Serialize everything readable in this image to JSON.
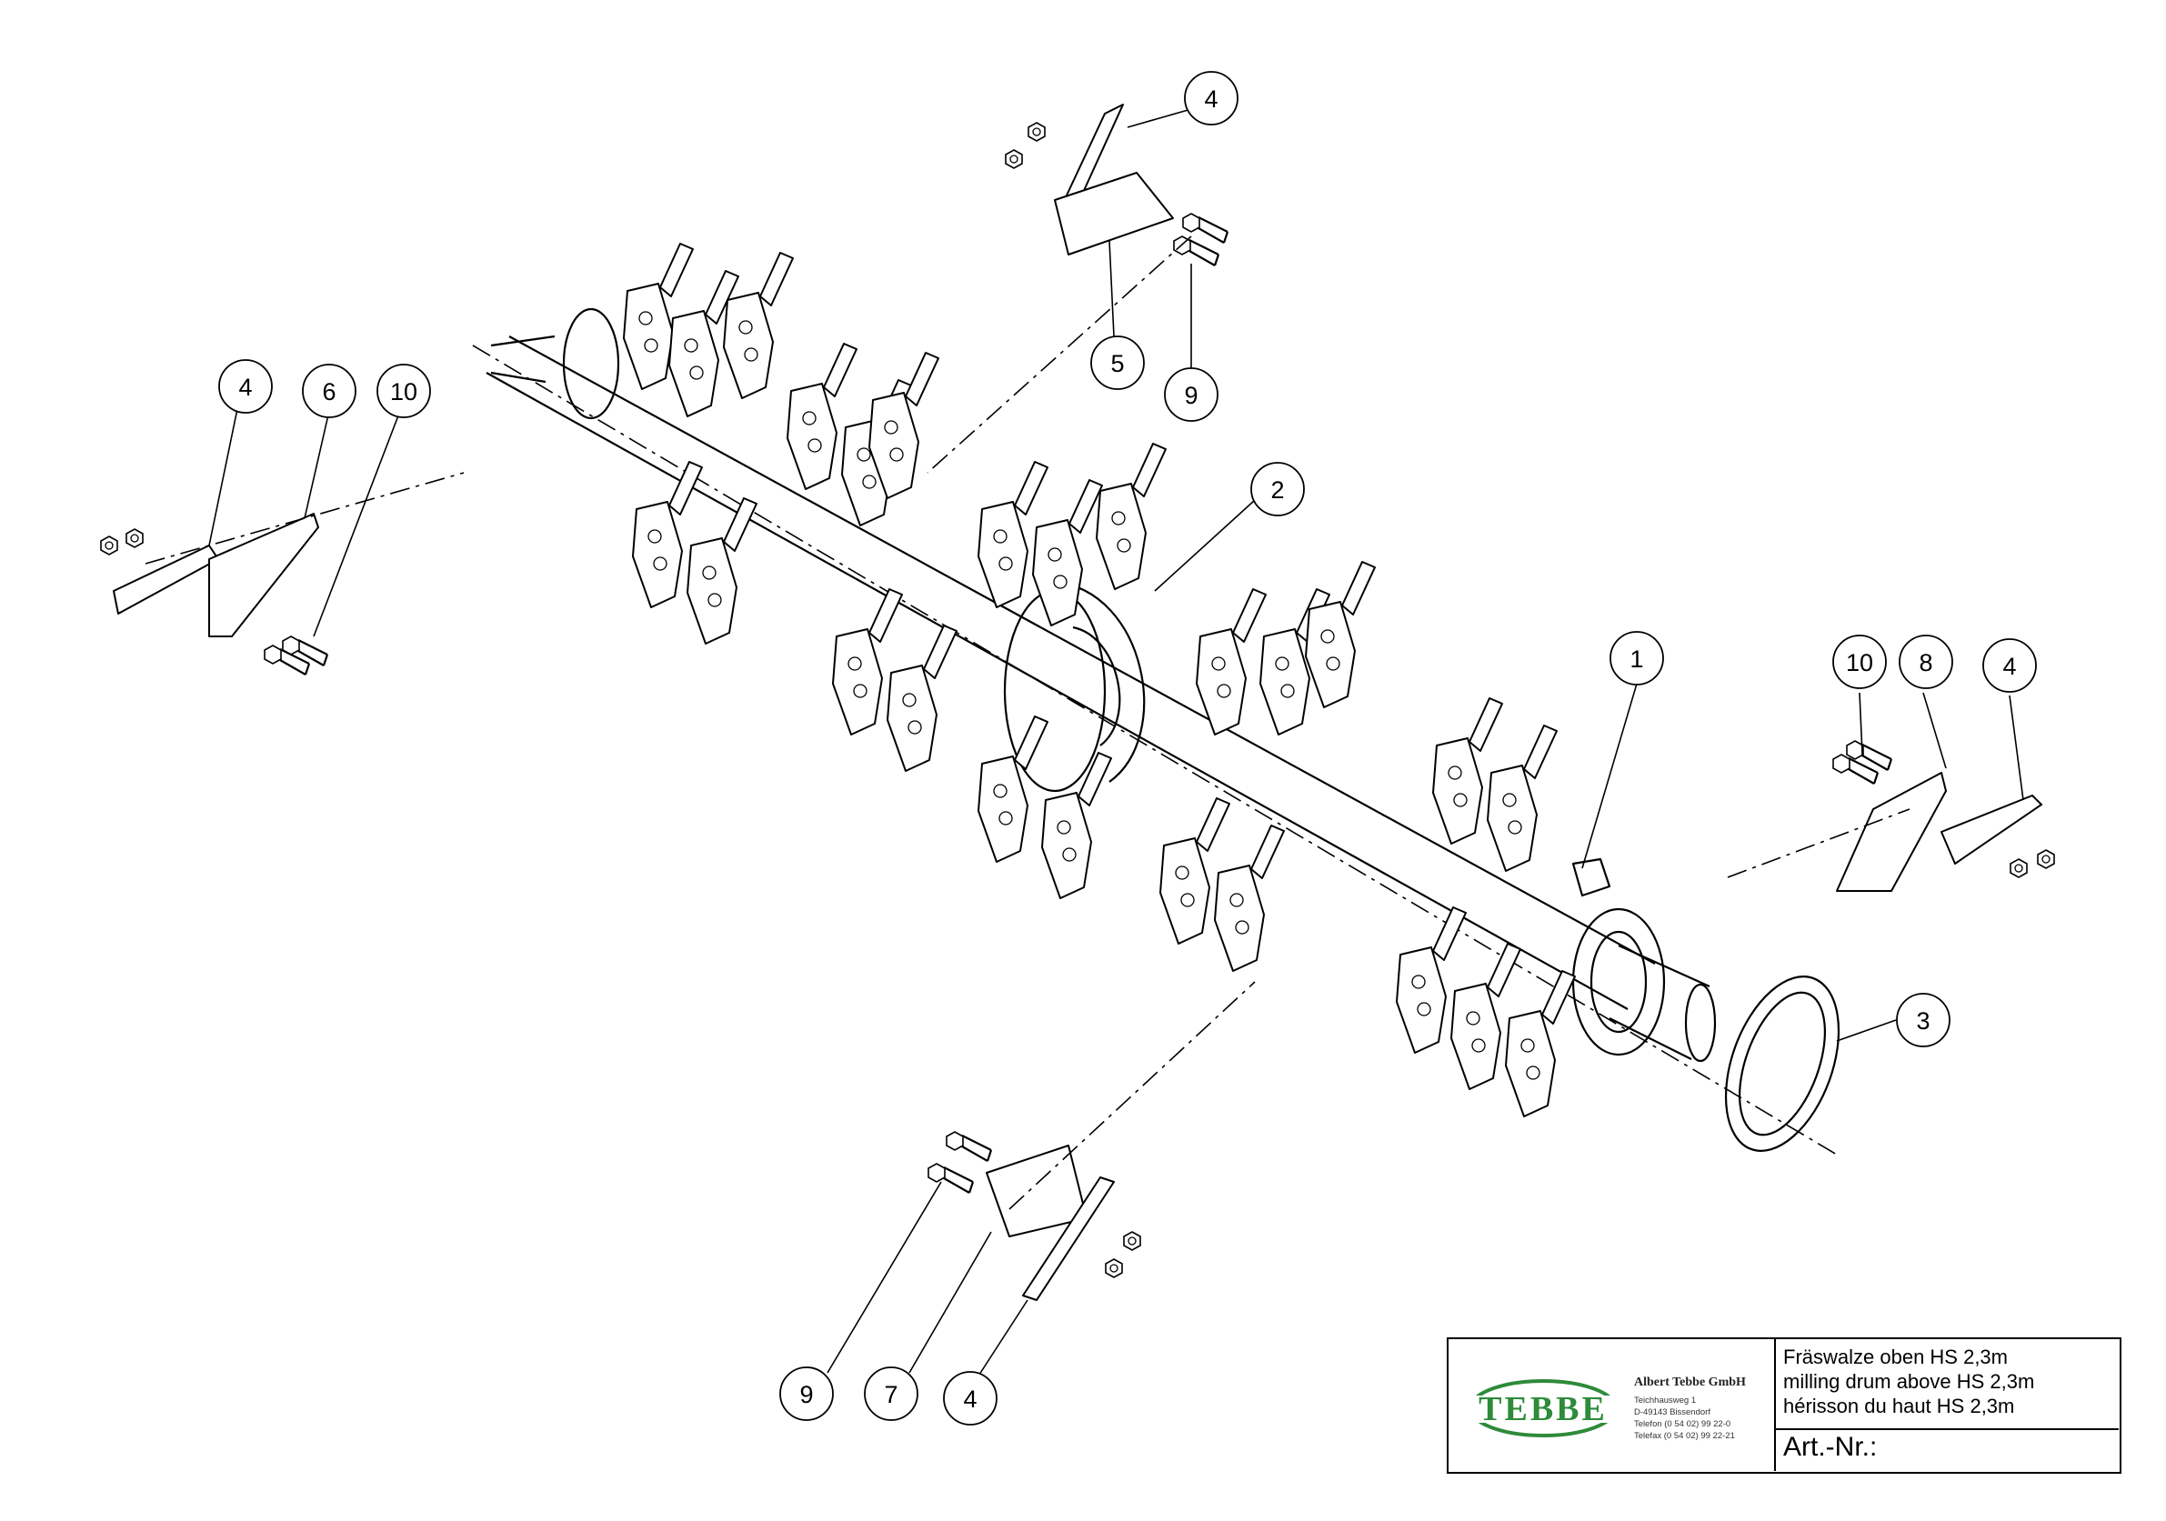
{
  "callouts": [
    {
      "id": "c4-top",
      "label": "4"
    },
    {
      "id": "c5",
      "label": "5"
    },
    {
      "id": "c9-top",
      "label": "9"
    },
    {
      "id": "c4-left",
      "label": "4"
    },
    {
      "id": "c6",
      "label": "6"
    },
    {
      "id": "c10-left",
      "label": "10"
    },
    {
      "id": "c2",
      "label": "2"
    },
    {
      "id": "c1",
      "label": "1"
    },
    {
      "id": "c10-right",
      "label": "10"
    },
    {
      "id": "c8",
      "label": "8"
    },
    {
      "id": "c4-right",
      "label": "4"
    },
    {
      "id": "c3",
      "label": "3"
    },
    {
      "id": "c9-bottom",
      "label": "9"
    },
    {
      "id": "c7",
      "label": "7"
    },
    {
      "id": "c4-bottom",
      "label": "4"
    }
  ],
  "title_block": {
    "logo_text": "TEBBE",
    "company_name": "Albert Tebbe GmbH",
    "address_lines": [
      "Teichhausweg 1",
      "D-49143 Bissendorf",
      "Telefon (0 54 02) 99 22-0",
      "Telefax (0 54 02) 99 22-21"
    ],
    "description_de": "Fräswalze oben HS 2,3m",
    "description_en": "milling drum above HS 2,3m",
    "description_fr": "hérisson du haut HS 2,3m",
    "art_nr_label": "Art.-Nr.:"
  },
  "colors": {
    "logo_green": "#2e8b3a",
    "line": "#000000"
  }
}
